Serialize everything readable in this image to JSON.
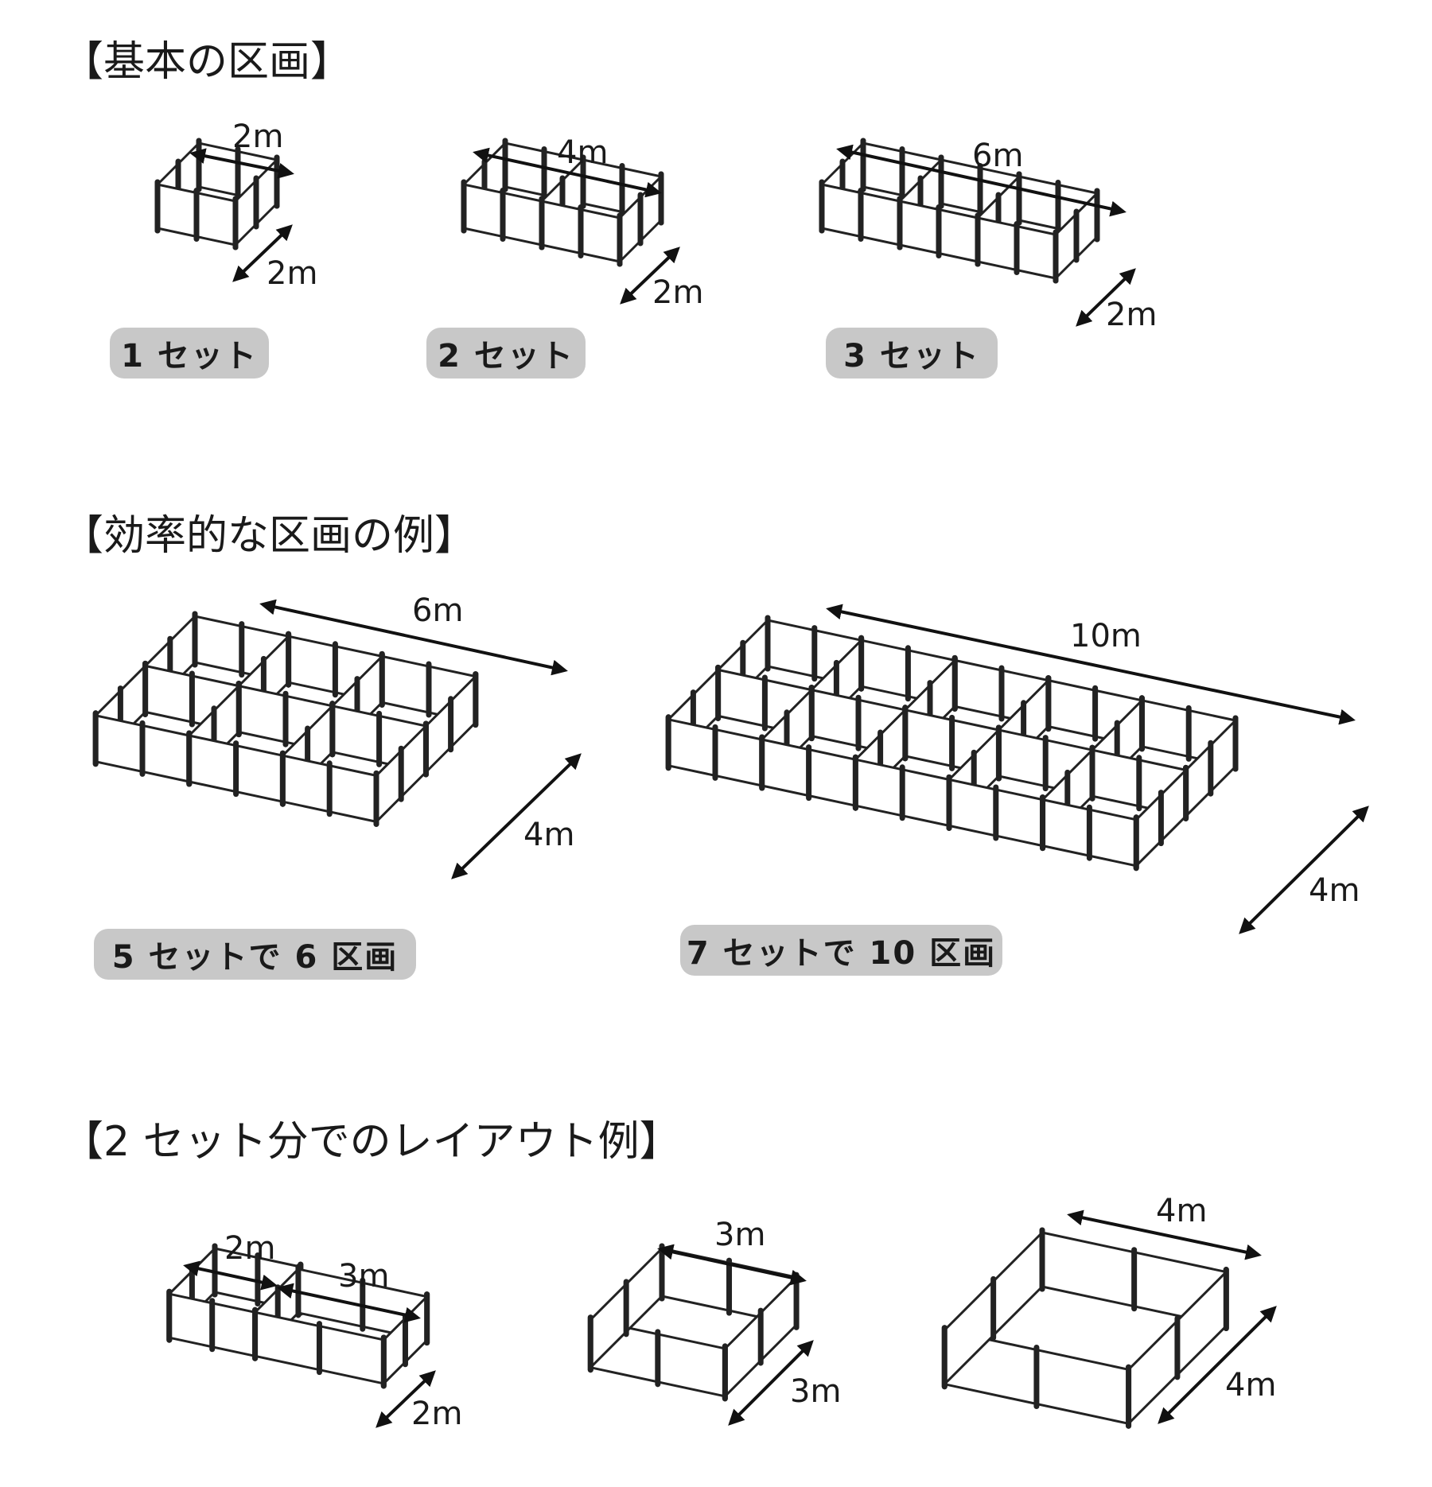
{
  "sections": [
    {
      "title": "【基本の区画】",
      "items": [
        {
          "badge": "1 セット",
          "width_label": "2m",
          "depth_label": "2m",
          "columns": 1,
          "rows": 1
        },
        {
          "badge": "2 セット",
          "width_label": "4m",
          "depth_label": "2m",
          "columns": 2,
          "rows": 1
        },
        {
          "badge": "3 セット",
          "width_label": "6m",
          "depth_label": "2m",
          "columns": 3,
          "rows": 1
        }
      ]
    },
    {
      "title": "【効率的な区画の例】",
      "items": [
        {
          "badge": "5 セットで 6 区画",
          "width_label": "6m",
          "depth_label": "4m",
          "columns": 3,
          "rows": 2
        },
        {
          "badge": "7 セットで 10 区画",
          "width_label": "10m",
          "depth_label": "4m",
          "columns": 5,
          "rows": 2
        }
      ]
    },
    {
      "title": "【2 セット分でのレイアウト例】",
      "items": [
        {
          "width_label_a": "2m",
          "width_label_b": "3m",
          "depth_label": "2m"
        },
        {
          "width_label": "3m",
          "depth_label": "3m"
        },
        {
          "width_label": "4m",
          "depth_label": "4m"
        }
      ]
    }
  ]
}
